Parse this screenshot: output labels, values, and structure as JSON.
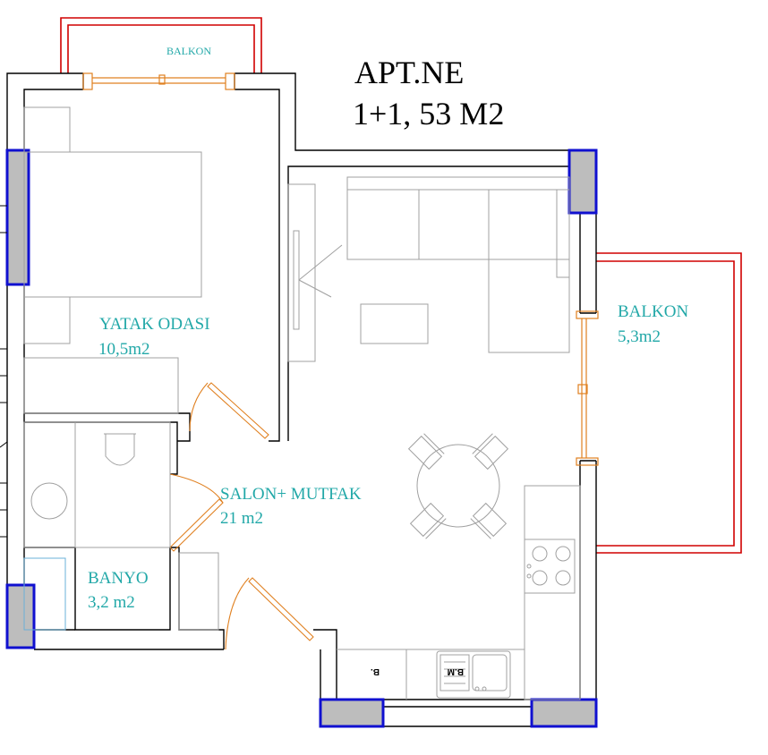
{
  "title": {
    "line1": "APT.NE",
    "line2": "1+1, 53 M2"
  },
  "rooms": {
    "balkon_top": {
      "name": "BALKON"
    },
    "bedroom": {
      "name": "YATAK ODASI",
      "area": "10,5m2"
    },
    "living": {
      "name": "SALON+ MUTFAK",
      "area": "21 m2"
    },
    "bath": {
      "name": "BANYO",
      "area": "3,2 m2"
    },
    "balkon_right": {
      "name": "BALKON",
      "area": "5,3m2"
    }
  },
  "appliances": {
    "fridge_label": "B.",
    "dishwasher_label": "B.M"
  },
  "colors": {
    "wall": "#000000",
    "column_fill": "#bdbdbd",
    "column_border": "#1010d0",
    "balcony_rail": "#d00000",
    "label": "#22a8a8",
    "door": "#e08020",
    "furniture": "#a0a0a0"
  }
}
